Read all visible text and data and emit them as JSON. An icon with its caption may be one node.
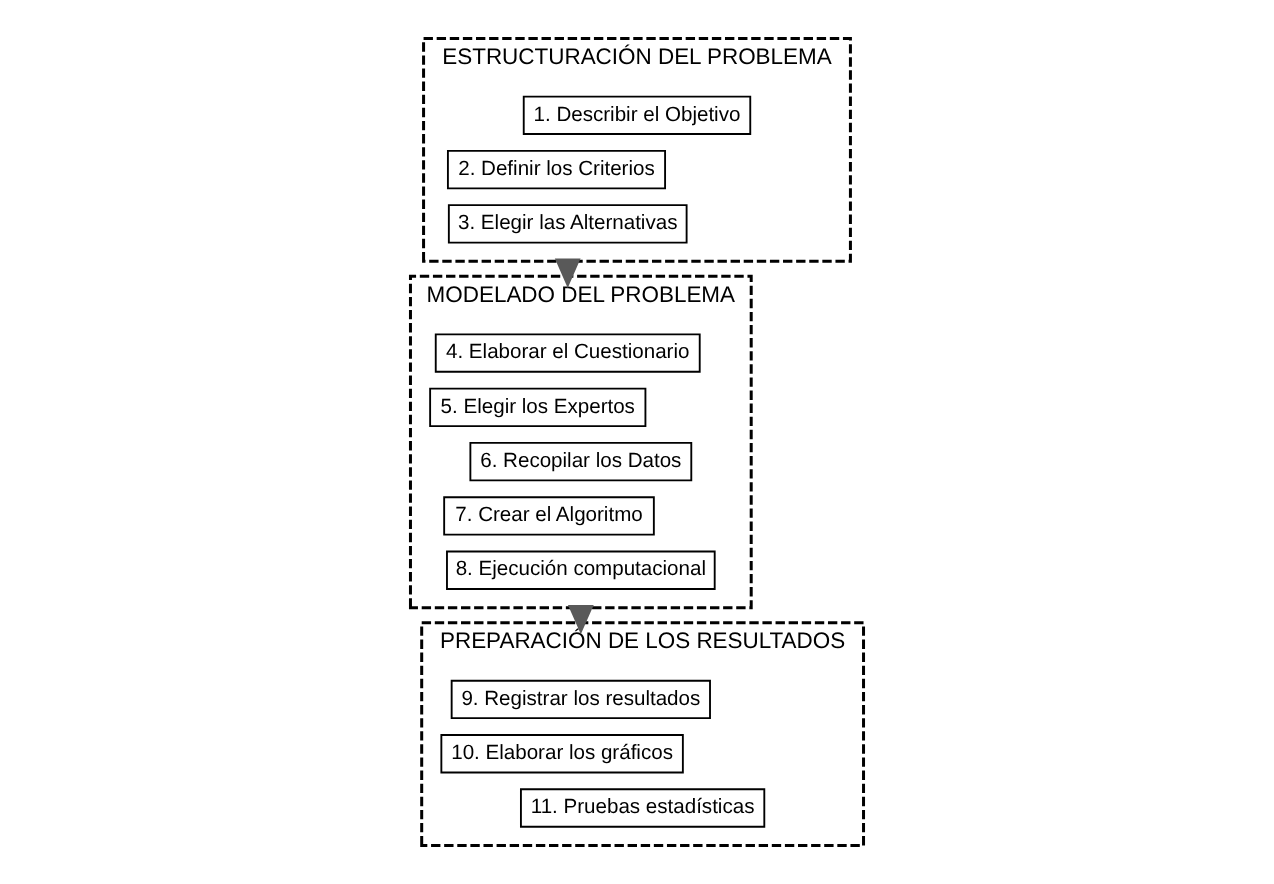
{
  "diagram": {
    "nodes": [
      {
        "text": [
          "ESTRUCTURACIÓN DEL PROBLEMA"
        ]
      },
      {
        "text": [
          "1. Describir el Objetivo"
        ],
        "in": 0
      },
      {
        "text": [
          "2. Definir los Criterios"
        ],
        "in": 0
      },
      {
        "text": [
          "3. Elegir las Alternativas"
        ],
        "in": 0
      },
      {
        "text": [
          "MODELADO DEL PROBLEMA"
        ]
      },
      {
        "text": [
          "4. Elaborar el Cuestionario"
        ],
        "in": 4
      },
      {
        "text": [
          "5. Elegir los Expertos"
        ],
        "in": 4
      },
      {
        "text": [
          "6. Recopilar los Datos"
        ],
        "in": 4
      },
      {
        "text": [
          "7. Crear el Algoritmo"
        ],
        "in": 4
      },
      {
        "text": [
          "8. Ejecución computacional"
        ],
        "in": 4
      },
      {
        "text": [
          "PREPARACIÓN DE LOS RESULTADOS"
        ]
      },
      {
        "text": [
          "9. Registrar los resultados"
        ],
        "in": 10
      },
      {
        "text": [
          "10. Elaborar los gráficos"
        ],
        "in": 10
      },
      {
        "text": [
          "11. Pruebas estadísticas"
        ],
        "in": 10
      }
    ],
    "edges": [
      {
        "from": 0,
        "to": 4,
        "arrow": "to",
        "style": "thick",
        "color": "#595959"
      },
      {
        "from": 4,
        "to": 10,
        "arrow": "to",
        "style": "thick",
        "color": "#595959"
      }
    ]
  }
}
